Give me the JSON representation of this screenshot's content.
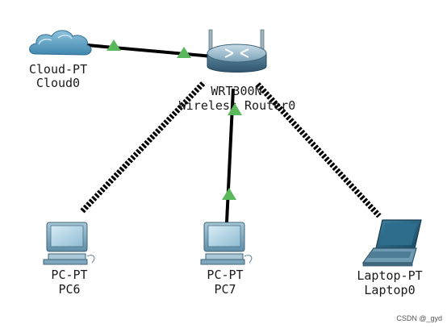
{
  "topology": {
    "devices": [
      {
        "id": "cloud0",
        "kind": "cloud-icon",
        "type_label": "Cloud-PT",
        "name_label": "Cloud0"
      },
      {
        "id": "router0",
        "kind": "wireless-router-icon",
        "type_label": "WRT300N",
        "name_label": "Wireless Router0"
      },
      {
        "id": "pc6",
        "kind": "pc-icon",
        "type_label": "PC-PT",
        "name_label": "PC6"
      },
      {
        "id": "pc7",
        "kind": "pc-icon",
        "type_label": "PC-PT",
        "name_label": "PC7"
      },
      {
        "id": "laptop0",
        "kind": "laptop-icon",
        "type_label": "Laptop-PT",
        "name_label": "Laptop0"
      }
    ],
    "links": [
      {
        "from": "cloud0",
        "to": "router0",
        "medium": "wired",
        "status": "up"
      },
      {
        "from": "router0",
        "to": "pc7",
        "medium": "wired",
        "status": "up"
      },
      {
        "from": "router0",
        "to": "pc6",
        "medium": "wireless"
      },
      {
        "from": "router0",
        "to": "laptop0",
        "medium": "wireless"
      }
    ],
    "status_color": "#5cb85c"
  },
  "watermark": "CSDN @_gyd"
}
